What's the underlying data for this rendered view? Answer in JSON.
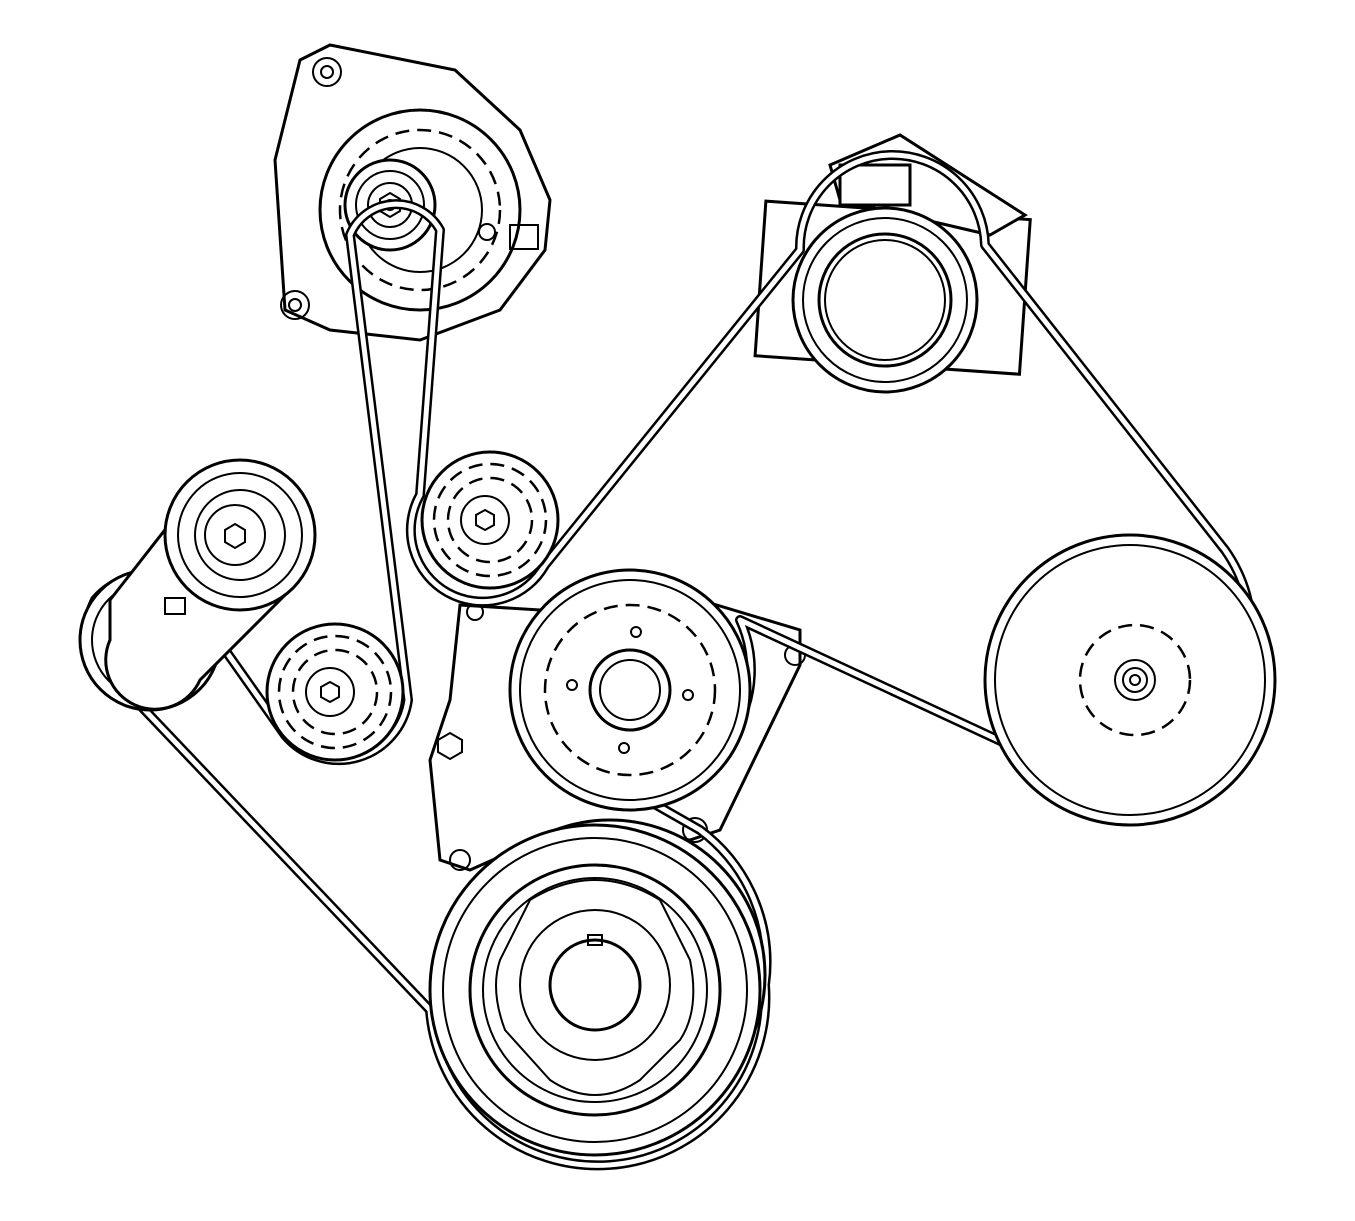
{
  "diagram": {
    "style": "line-drawing",
    "colors": {
      "line": "#000000",
      "background": "#ffffff"
    },
    "components": [
      {
        "id": "alternator",
        "icon": "alternator-icon"
      },
      {
        "id": "ac-compressor",
        "icon": "ac-compressor-icon"
      },
      {
        "id": "belt-tensioner",
        "icon": "tensioner-icon"
      },
      {
        "id": "upper-idler-pulley",
        "icon": "idler-pulley-icon"
      },
      {
        "id": "lower-idler-pulley",
        "icon": "idler-pulley-icon"
      },
      {
        "id": "water-pump-pulley",
        "icon": "water-pump-icon"
      },
      {
        "id": "power-steering-pulley",
        "icon": "power-steering-pulley-icon"
      },
      {
        "id": "crankshaft-pulley",
        "icon": "crankshaft-pulley-icon"
      },
      {
        "id": "serpentine-belt",
        "icon": "belt-icon"
      }
    ]
  }
}
